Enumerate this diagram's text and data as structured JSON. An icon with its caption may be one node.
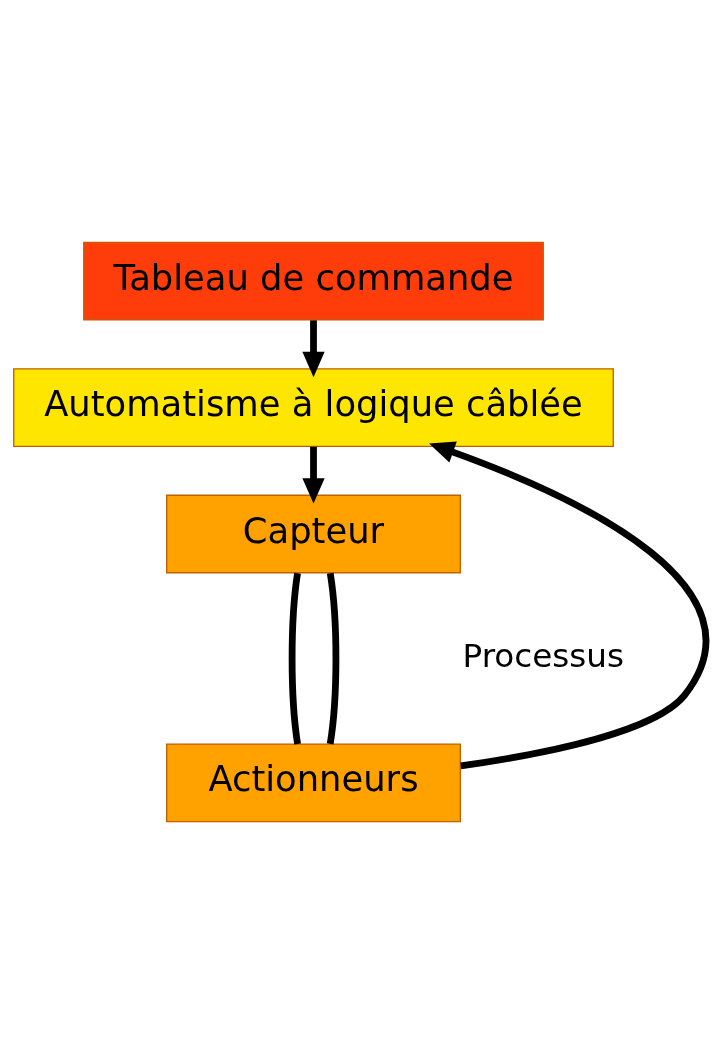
{
  "diagram": {
    "nodes": [
      {
        "text": [
          "Tableau de commande"
        ]
      },
      {
        "text": [
          "Automatisme à logique câblée"
        ]
      },
      {
        "text": [
          "Capteur"
        ]
      },
      {
        "text": [
          "Actionneurs"
        ]
      }
    ],
    "edges": [
      {
        "from": 0,
        "to": 1,
        "arrow": "to"
      },
      {
        "from": 1,
        "to": 2,
        "arrow": "to"
      },
      {
        "from": 2,
        "to": 3,
        "arrow": "none"
      },
      {
        "from": 2,
        "to": 3,
        "arrow": "none"
      },
      {
        "from": 3,
        "to": 1,
        "arrow": "to"
      }
    ],
    "labels": [
      "Processus"
    ]
  }
}
